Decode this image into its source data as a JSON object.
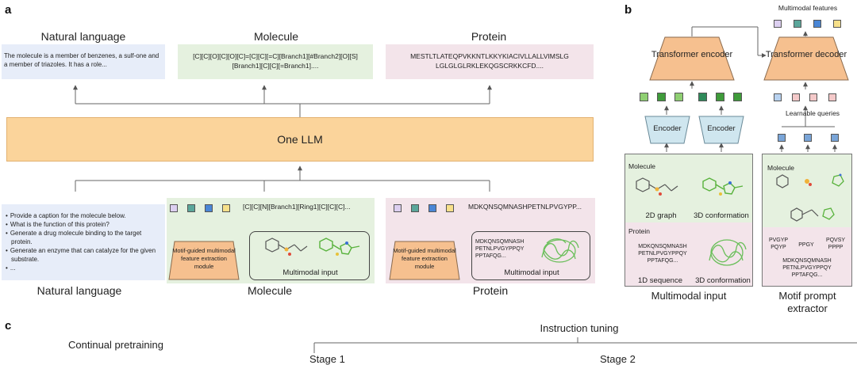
{
  "panels": {
    "a": "a",
    "b": "b",
    "c": "c"
  },
  "top": {
    "nl_title": "Natural language",
    "nl_text": "The molecule is a member of benzenes, a sulf-one and a member of triazoles. It has a role...",
    "mol_title": "Molecule",
    "mol_text": "[C][C][O][C][O][C]=[C][C][=C][Branch1][#Branch2][O][S][Branch1][C][C][=Branch1]....",
    "prot_title": "Protein",
    "prot_text": "MESTLTLATEQPVKKNTLKKYKIACIVLLALLVIMSLG LGLGLGLRKLEKQGSCRKKCFD...."
  },
  "llm_label": "One LLM",
  "bottom": {
    "nl_items": [
      "Provide a caption for the molecule below.",
      "What is the function of this protein?",
      "Generate a drug molecule binding to the target protein.",
      "Generate an enzyme that can catalyze for the given substrate.",
      "..."
    ],
    "nl_caption": "Natural language",
    "mol_seq": "[C][C][N][Branch1][Ring1][C][C][C]...",
    "mol_module": "Motif-guided multimodal feature extraction module",
    "mol_input": "Multimodal input",
    "mol_caption": "Molecule",
    "prot_seq": "MDKQNSQMNASHPETNLPVGYPP...",
    "prot_module": "Motif-guided multimodal feature extraction module",
    "prot_input_seq": "MDKQNSQMNASH PETNLPVGYPPQY PPTAFQG...",
    "prot_input": "Multimodal input",
    "prot_caption": "Protein"
  },
  "b": {
    "mm_features": "Multimodal features",
    "t_encoder": "Transformer encoder",
    "t_decoder": "Transformer decoder",
    "encoder1": "Encoder",
    "encoder2": "Encoder",
    "learnable": "Learnable queries",
    "mol_label": "Molecule",
    "graph2d": "2D graph",
    "conf3d": "3D conformation",
    "prot_label": "Protein",
    "prot_seq": "MDKQNSQMNASH PETNLPVGYPPQY PPTAFQG...",
    "seq1d": "1D sequence",
    "conf3d_p": "3D conformation",
    "mi_caption": "Multimodal input",
    "mp_mol_label": "Molecule",
    "mp_m1": "PVGYP PQYP",
    "mp_m2": "PPGY",
    "mp_m3": "PQVSY PPPP",
    "mp_seq": "MDKQNSQMNASH PETNLPVGYPPQY PPTAFQG...",
    "mp_caption": "Motif prompt extractor"
  },
  "c": {
    "continual": "Continual  pretraining",
    "instruction": "Instruction tuning",
    "stage1": "Stage 1",
    "stage2": "Stage 2"
  },
  "colors": {
    "llm": "#fbd49b",
    "nl_bg": "#e7edf9",
    "mol_bg": "#e5f1df",
    "prot_bg": "#f3e4ea",
    "module": "#f6c08f",
    "encoder": "#cfe6ef",
    "sq_lilac": "#dccff0",
    "sq_teal": "#5ba69a",
    "sq_blue": "#4a86d6",
    "sq_yellow": "#f7e08a",
    "sq_green": "#3f9b3a",
    "sq_lightgreen": "#8fcf72",
    "sq_pink": "#f4c9c9",
    "sq_lightblue": "#b8d2f0",
    "sq_midblue": "#7aa5d8"
  }
}
